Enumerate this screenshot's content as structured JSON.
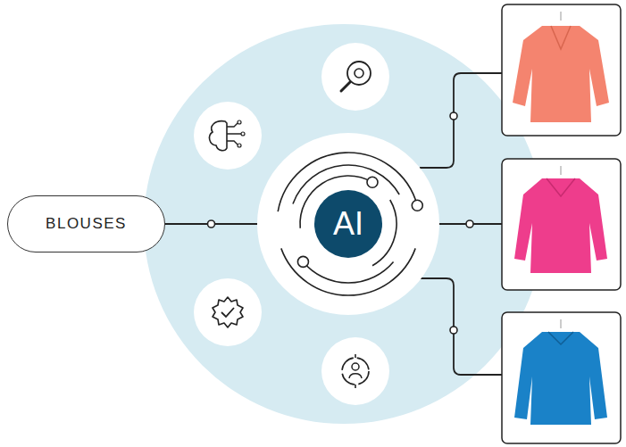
{
  "diagram": {
    "nodes": [
      {
        "text": [
          "BLOUSES"
        ]
      },
      {
        "text": [
          "AI"
        ]
      }
    ],
    "edges": [
      {
        "from": 0,
        "to": 1,
        "arrow": "none"
      }
    ]
  }
}
